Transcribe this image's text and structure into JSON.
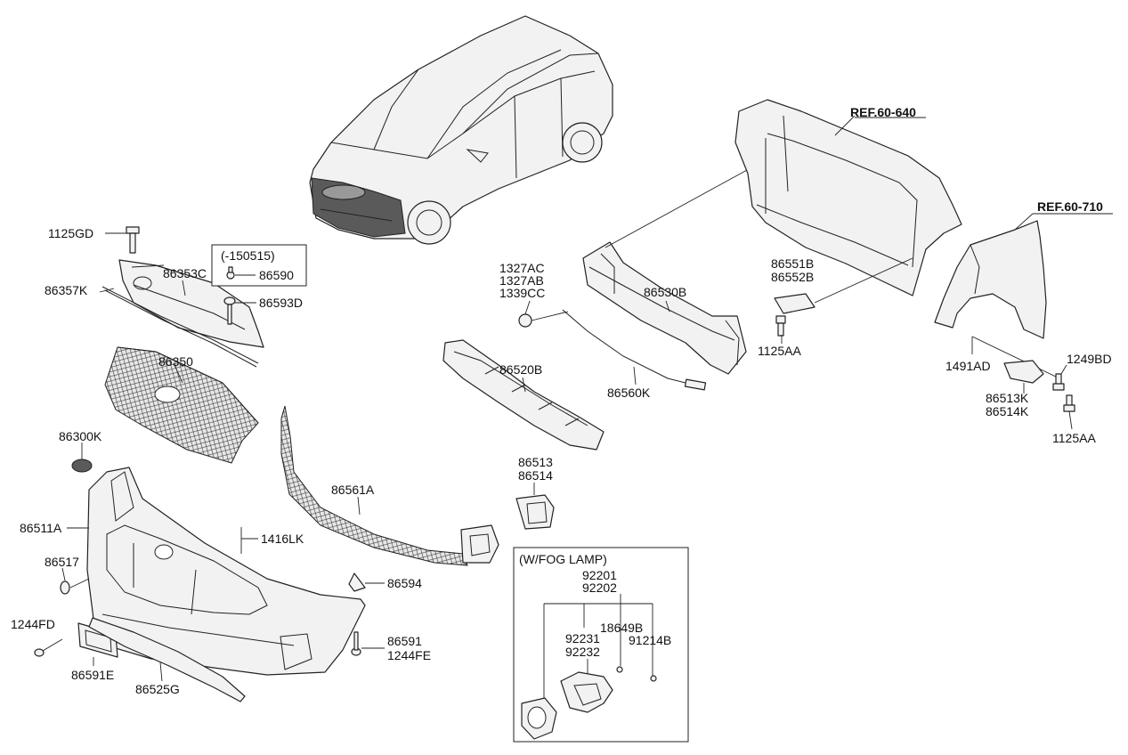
{
  "refs": {
    "ref_60_640": "REF.60-640",
    "ref_60_710": "REF.60-710"
  },
  "labels": {
    "p1125GD": "1125GD",
    "box_150515": "(-150515)",
    "p86590": "86590",
    "p86353C": "86353C",
    "p86357K": "86357K",
    "p86593D": "86593D",
    "p86350": "86350",
    "p86300K": "86300K",
    "p86511A": "86511A",
    "p86517": "86517",
    "p1244FD": "1244FD",
    "p86591E": "86591E",
    "p86525G": "86525G",
    "p1416LK": "1416LK",
    "p86594": "86594",
    "p86591": "86591",
    "p1244FE": "1244FE",
    "p86561A": "86561A",
    "p86520B": "86520B",
    "p86513": "86513",
    "p86514": "86514",
    "p1327AC": "1327AC",
    "p1327AB": "1327AB",
    "p1339CC": "1339CC",
    "p86530B": "86530B",
    "p86560K": "86560K",
    "p86551B": "86551B",
    "p86552B": "86552B",
    "p1125AA_a": "1125AA",
    "p1491AD": "1491AD",
    "p1249BD": "1249BD",
    "p86513K": "86513K",
    "p86514K": "86514K",
    "p1125AA_b": "1125AA"
  },
  "fog_box": {
    "title": "(W/FOG LAMP)",
    "p92201": "92201",
    "p92202": "92202",
    "p18649B": "18649B",
    "p92231": "92231",
    "p92232": "92232",
    "p91214B": "91214B"
  }
}
